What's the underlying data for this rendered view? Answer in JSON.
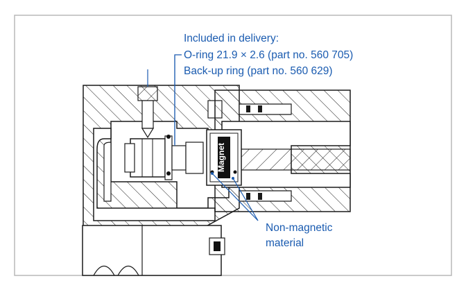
{
  "callouts": {
    "delivery_heading": "Included in delivery:",
    "oring_line": "O-ring 21.9 × 2.6 (part no. 560 705)",
    "backup_line": "Back-up ring (part no. 560 629)",
    "magnet_label": "Magnet",
    "nonmagnetic_line1": "Non-magnetic",
    "nonmagnetic_line2": "material"
  },
  "colors": {
    "frame": "#b8b8b8",
    "line": "#1a1a1a",
    "callout": "#1a5bb0",
    "magnet": "#111111"
  }
}
